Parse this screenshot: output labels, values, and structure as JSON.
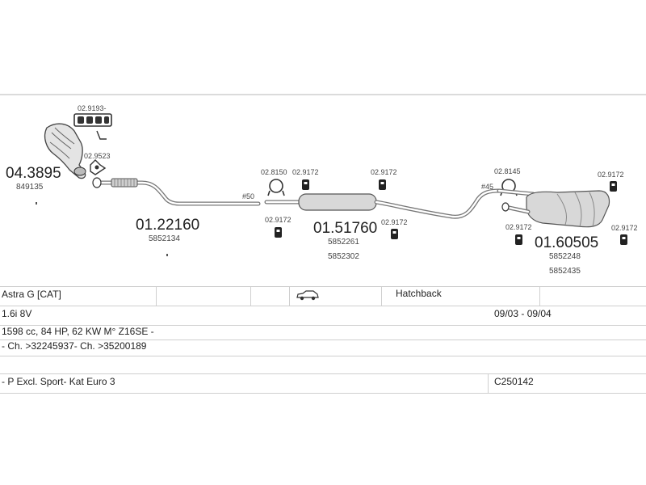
{
  "diagram": {
    "manifold": {
      "part": "04.3895",
      "oe": "849135"
    },
    "gasket_top": {
      "part": "02.9193-"
    },
    "gasket_cat": {
      "part": "02.9523"
    },
    "front_pipe": {
      "part": "01.22160",
      "oe": "5852134"
    },
    "middle_silencer": {
      "part": "01.51760",
      "oe1": "5852261",
      "oe2": "5852302"
    },
    "rear_silencer": {
      "part": "01.60505",
      "oe1": "5852248",
      "oe2": "5852435"
    },
    "clamp_50": {
      "part": "02.8150",
      "size": "#50"
    },
    "clamp_45": {
      "part": "02.8145",
      "size": "#45"
    },
    "hangers": [
      {
        "part": "02.9172"
      },
      {
        "part": "02.9172"
      },
      {
        "part": "02.9172"
      },
      {
        "part": "02.9172"
      },
      {
        "part": "02.9172"
      },
      {
        "part": "02.9172"
      },
      {
        "part": "02.9172"
      }
    ]
  },
  "spec": {
    "model": "Astra G  [CAT]",
    "body_type": "Hatchback",
    "engine": "1.6i  8V",
    "years": "09/03 - 09/04",
    "engine_details": "1598 cc, 84 HP, 62 KW M° Z16SE -",
    "chassis": "- Ch. >32245937- Ch. >35200189",
    "notes": "- P Excl. Sport- Kat Euro 3",
    "code": "C250142"
  },
  "icons": [
    "car-icon"
  ]
}
